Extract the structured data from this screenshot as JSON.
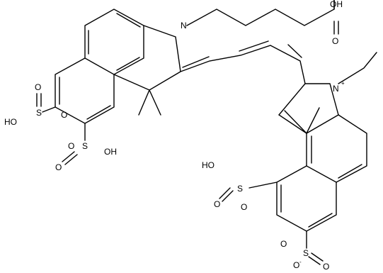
{
  "molecule": {
    "atom_labels": {
      "n_left": "N",
      "n_right": "N",
      "n_right_charge": "+",
      "oh_acid": "OH",
      "o_acid": "O",
      "s_left_top": "S",
      "o_left_top_a": "O",
      "o_left_top_b": "O",
      "ho_left_top": "HO",
      "s_left_bottom": "S",
      "o_left_bottom_a": "O",
      "o_left_bottom_b": "O",
      "oh_left_bottom": "OH",
      "s_right_top": "S",
      "o_right_top_a": "O",
      "o_right_top_b": "O",
      "ho_right_top": "HO",
      "s_right_bottom": "S",
      "o_right_bottom_a": "O",
      "o_right_bottom_b": "O",
      "o_right_bottom_charge": "-"
    }
  },
  "colors": {
    "ink": "#000000",
    "background": "#ffffff"
  }
}
